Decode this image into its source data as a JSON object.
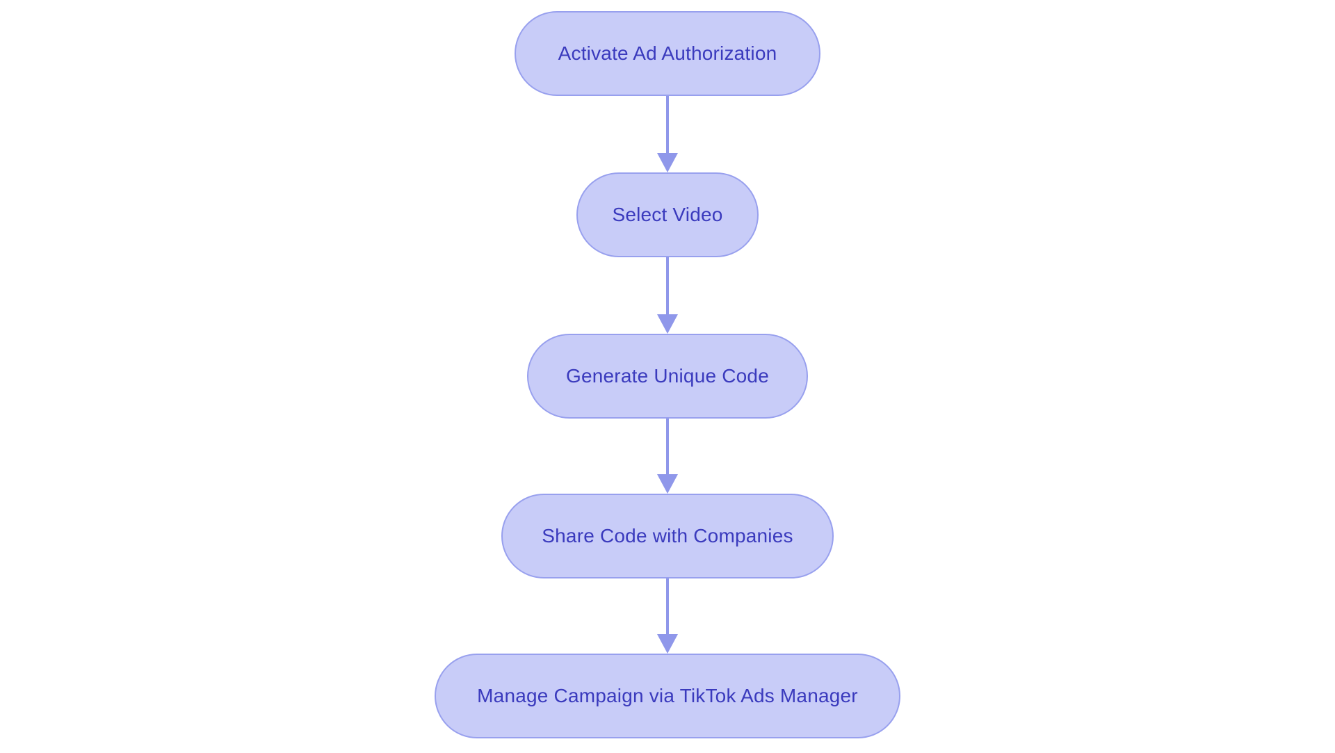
{
  "diagram": {
    "type": "flowchart",
    "direction": "top-down",
    "colors": {
      "background": "#ffffff",
      "node_fill": "#c8ccf8",
      "node_border": "#98a0ee",
      "node_text": "#3a3abd",
      "arrow": "#8f97ea"
    },
    "nodes": [
      {
        "id": "activate-ad-authorization",
        "label": "Activate Ad Authorization"
      },
      {
        "id": "select-video",
        "label": "Select Video"
      },
      {
        "id": "generate-unique-code",
        "label": "Generate Unique Code"
      },
      {
        "id": "share-code-with-companies",
        "label": "Share Code with Companies"
      },
      {
        "id": "manage-campaign-via-tiktok-ads-manager",
        "label": "Manage Campaign via TikTok Ads Manager"
      }
    ],
    "edges": [
      {
        "from": "activate-ad-authorization",
        "to": "select-video",
        "arrowhead": "triangle-down"
      },
      {
        "from": "select-video",
        "to": "generate-unique-code",
        "arrowhead": "triangle-down"
      },
      {
        "from": "generate-unique-code",
        "to": "share-code-with-companies",
        "arrowhead": "triangle-down"
      },
      {
        "from": "share-code-with-companies",
        "to": "manage-campaign-via-tiktok-ads-manager",
        "arrowhead": "triangle-down"
      }
    ]
  }
}
